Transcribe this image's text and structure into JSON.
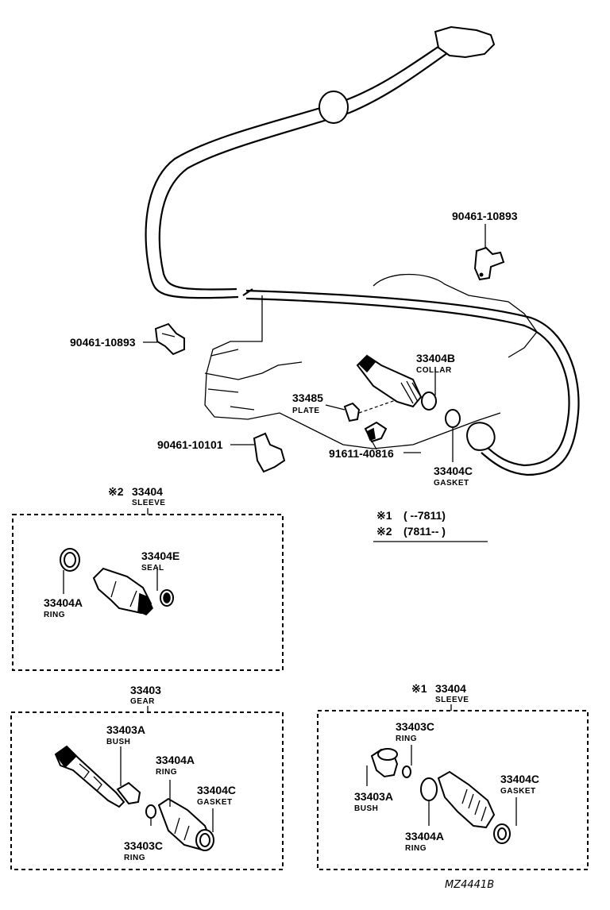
{
  "labels": {
    "clip_top": "90461-10893",
    "clip_left": "90461-10893",
    "clip_bottom": "90461-10101",
    "collar_pn": "33404B",
    "collar_name": "COLLAR",
    "plate_pn": "33485",
    "plate_name": "PLATE",
    "screw_pn": "91611-40816",
    "gasket_pn": "33404C",
    "gasket_name": "GASKET"
  },
  "notes": {
    "n1_mark": "※1",
    "n1_range": "(        --7811)",
    "n2_mark": "※2",
    "n2_range": "(7811--        )"
  },
  "sleeve2": {
    "mark": "※2",
    "pn": "33404",
    "name": "SLEEVE",
    "seal_pn": "33404E",
    "seal_name": "SEAL",
    "ring_pn": "33404A",
    "ring_name": "RING"
  },
  "gear": {
    "pn": "33403",
    "name": "GEAR",
    "bush_pn": "33403A",
    "bush_name": "BUSH",
    "ring_a_pn": "33404A",
    "ring_a_name": "RING",
    "gasket_pn": "33404C",
    "gasket_name": "GASKET",
    "ring_c_pn": "33403C",
    "ring_c_name": "RING"
  },
  "sleeve1": {
    "mark": "※1",
    "pn": "33404",
    "name": "SLEEVE",
    "ring_c_pn": "33403C",
    "ring_c_name": "RING",
    "gasket_pn": "33404C",
    "gasket_name": "GASKET",
    "bush_pn": "33403A",
    "bush_name": "BUSH",
    "ring_a_pn": "33404A",
    "ring_a_name": "RING"
  },
  "footer": {
    "code": "MZ4441B"
  }
}
